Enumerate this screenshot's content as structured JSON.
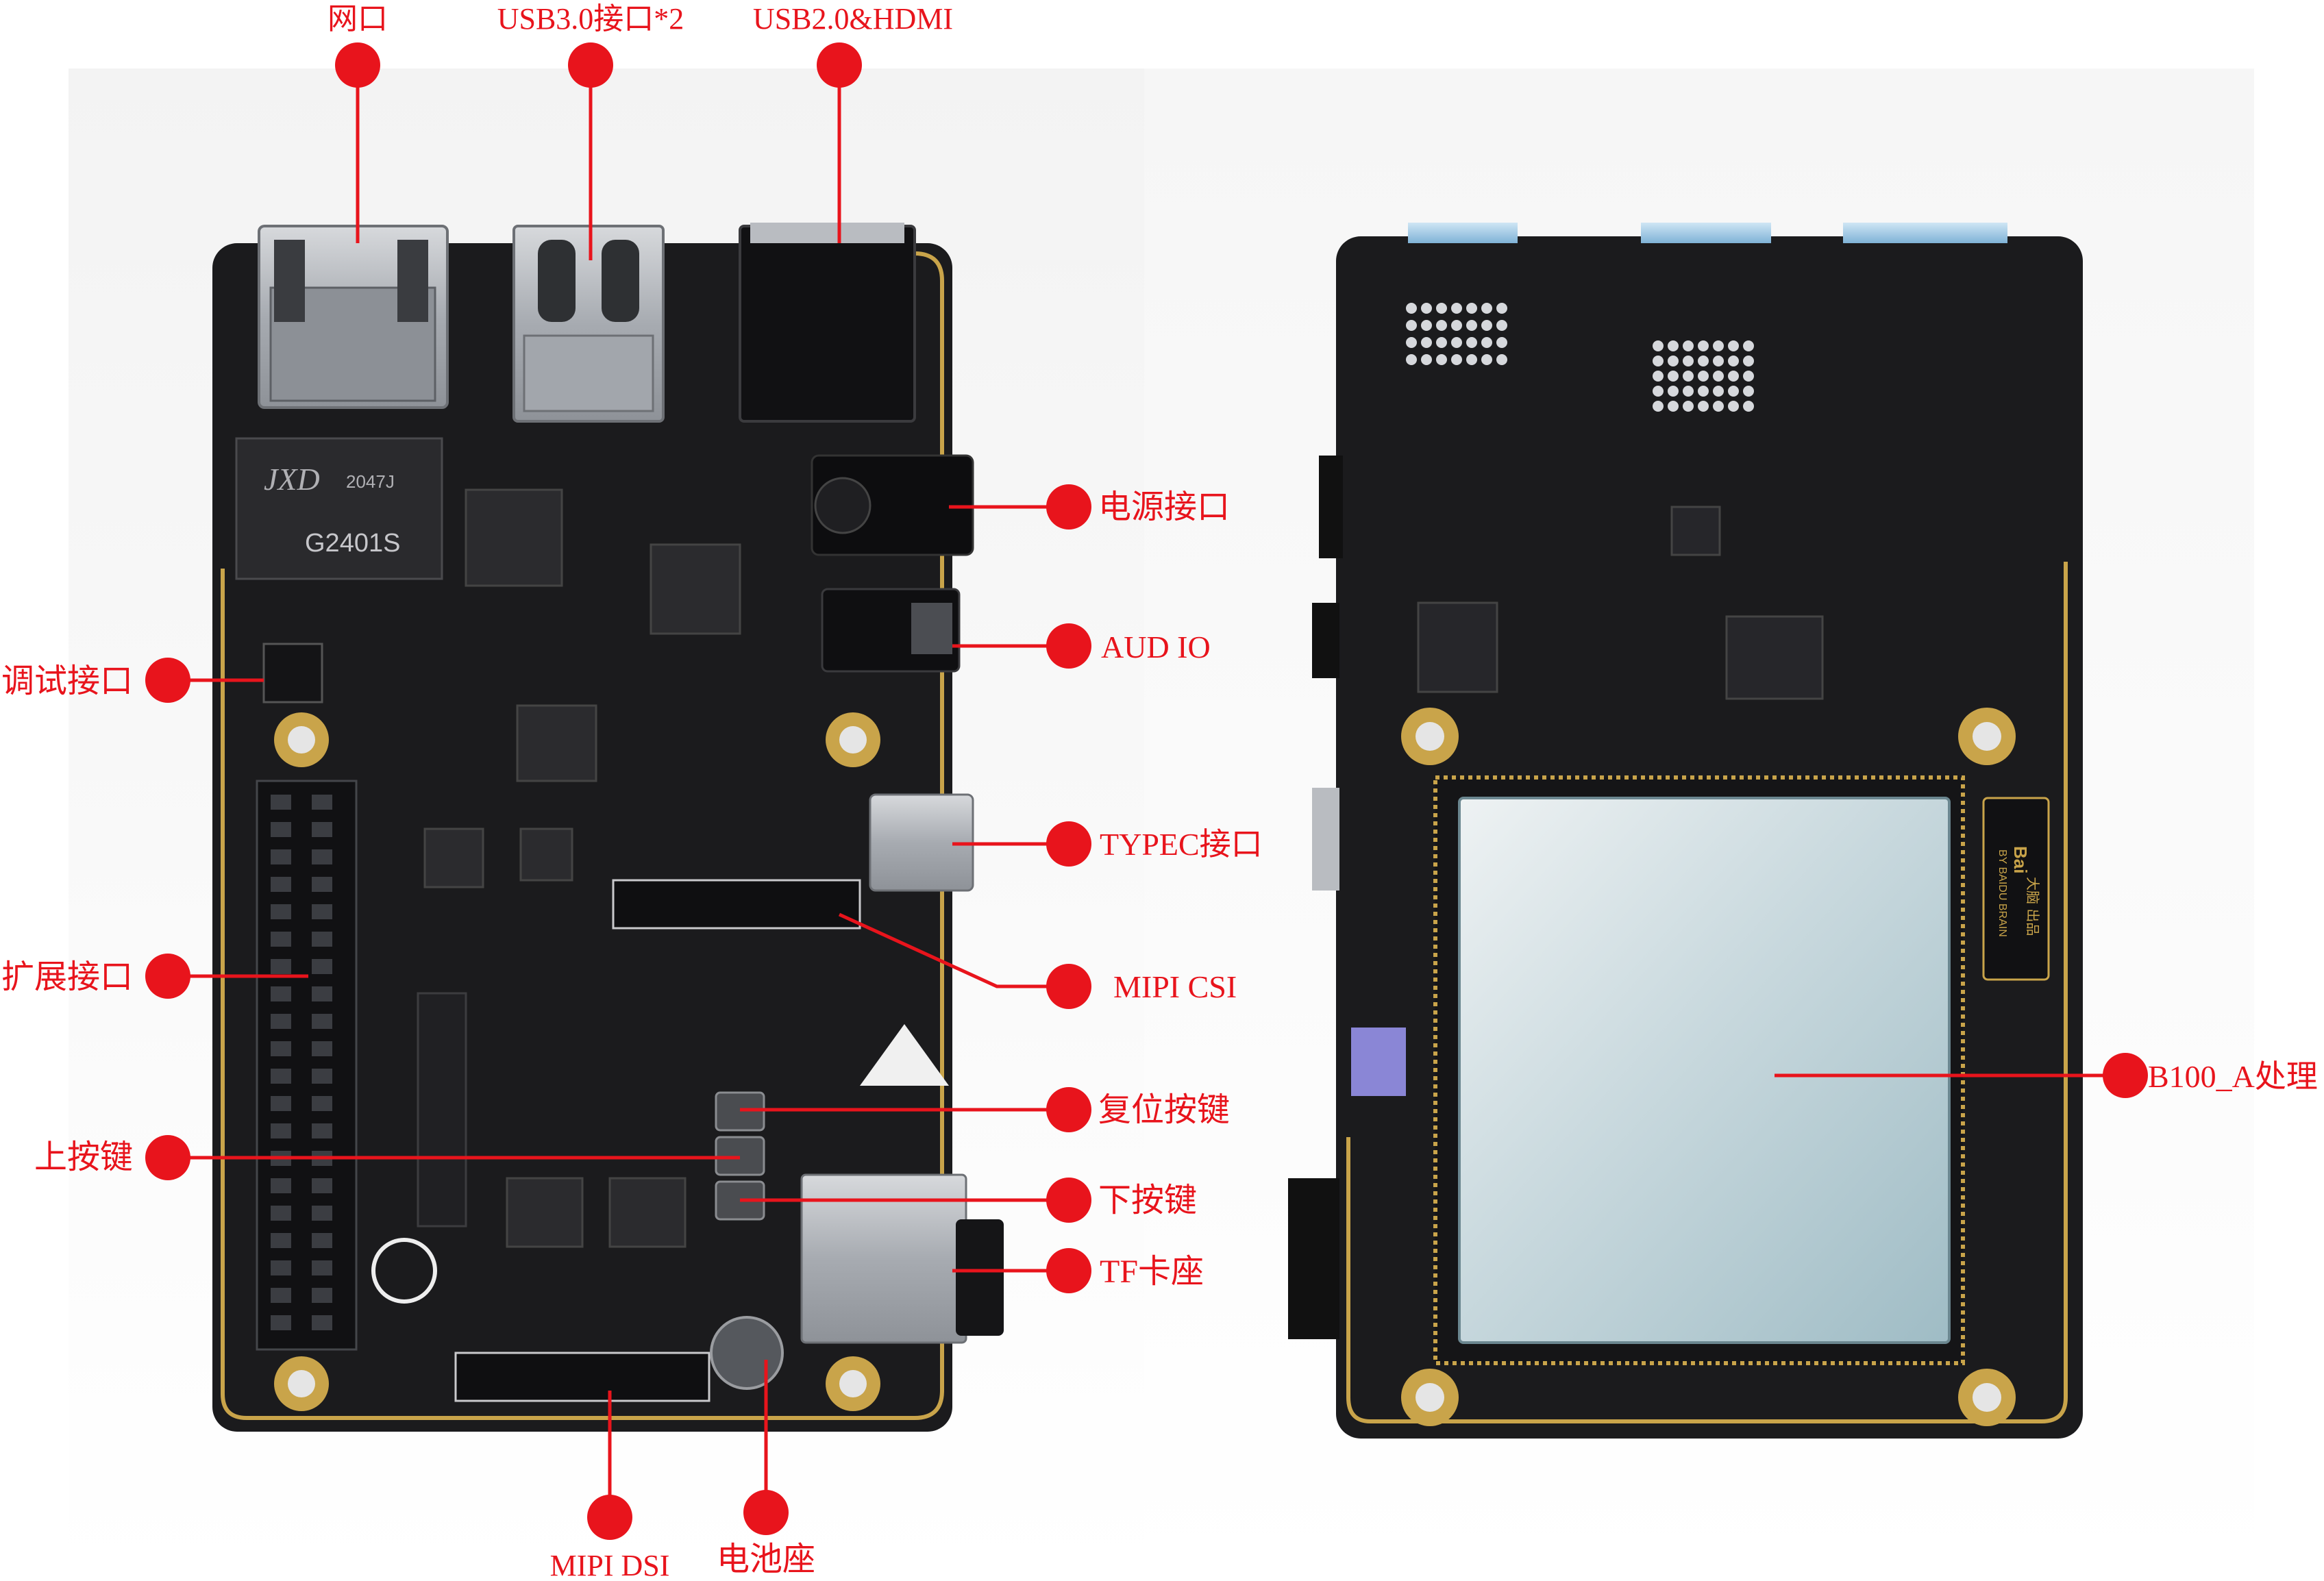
{
  "colors": {
    "callout": "#e8141c",
    "board": "#1b1b1d",
    "gold": "#c9a44a",
    "chip": "#2b2b2e",
    "silver": "#b9bcc1",
    "module_top": "#dfe7ea",
    "module_bottom": "#a9c3cb"
  },
  "board_marks": {
    "jxd_brand": "JXD",
    "jxd_code": "2047J",
    "jxd_part": "G2401S",
    "baidu_brand": "Bai",
    "baidu_cn": "大脑 出品",
    "baidu_en": "BY BAIDU BRAIN"
  },
  "callouts": [
    {
      "id": "ethernet",
      "label": "网口"
    },
    {
      "id": "usb3",
      "label": "USB3.0接口*2"
    },
    {
      "id": "usb2hdmi",
      "label": "USB2.0&HDMI"
    },
    {
      "id": "power",
      "label": "电源接口"
    },
    {
      "id": "audio",
      "label": "AUD IO"
    },
    {
      "id": "debug",
      "label": "调试接口"
    },
    {
      "id": "typec",
      "label": "TYPEC接口"
    },
    {
      "id": "mipicsi",
      "label": "MIPI CSI"
    },
    {
      "id": "expansion",
      "label": "扩展接口"
    },
    {
      "id": "reset",
      "label": "复位按键"
    },
    {
      "id": "upkey",
      "label": "上按键"
    },
    {
      "id": "downkey",
      "label": "下按键"
    },
    {
      "id": "tfcard",
      "label": "TF卡座"
    },
    {
      "id": "mipidsi",
      "label": "MIPI DSI"
    },
    {
      "id": "battery",
      "label": "电池座"
    },
    {
      "id": "b100",
      "label": "B100_A处理"
    }
  ]
}
